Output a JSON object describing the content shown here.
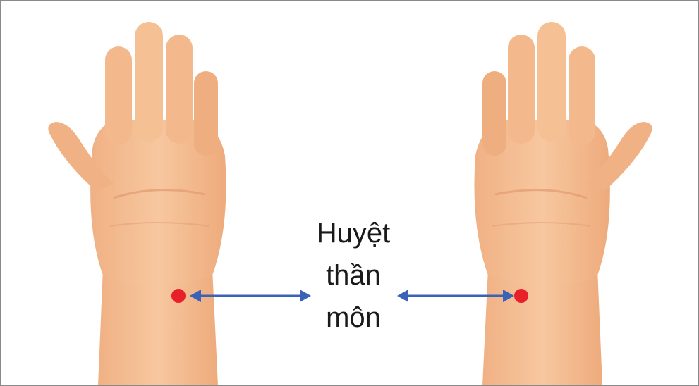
{
  "label": {
    "lines": [
      "Huyệt",
      "thần",
      "môn"
    ]
  },
  "colors": {
    "skin": "#f2b98c",
    "skin_shadow": "#e49a70",
    "acupoint": "#e8202a",
    "arrow": "#3a63b8",
    "border": "#8a8a8a"
  },
  "icons": {
    "left_hand": "hand-palm-icon",
    "right_hand": "hand-palm-icon",
    "acupoint": "red-dot-marker",
    "arrow": "double-headed-arrow"
  }
}
